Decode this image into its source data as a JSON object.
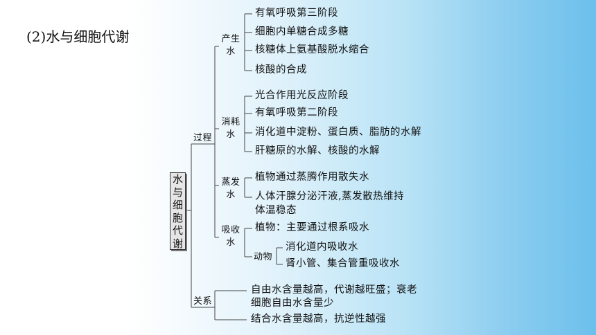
{
  "title": "(2)水与细胞代谢",
  "root": "水与细胞代谢",
  "branches": {
    "process": {
      "label": "过程",
      "produce": {
        "label": [
          "产生",
          "水"
        ],
        "items": [
          "有氧呼吸第三阶段",
          "细胞内单糖合成多糖",
          "核糖体上氨基酸脱水缩合",
          "核酸的合成"
        ]
      },
      "consume": {
        "label": [
          "消耗",
          "水"
        ],
        "items": [
          "光合作用光反应阶段",
          "有氧呼吸第二阶段",
          "消化道中淀粉、蛋白质、脂肪的水解",
          "肝糖原的水解、核酸的水解"
        ]
      },
      "evaporate": {
        "label": [
          "蒸发",
          "水"
        ],
        "items": [
          "植物通过蒸腾作用散失水",
          "人体汗腺分泌汗液,蒸发散热维持",
          "体温稳态"
        ]
      },
      "absorb": {
        "label": [
          "吸收",
          "水"
        ],
        "plant": "植物：主要通过根系吸水",
        "animal": {
          "label": "动物",
          "items": [
            "消化道内吸收水",
            "肾小管、集合管重吸收水"
          ]
        }
      }
    },
    "relation": {
      "label": "关系",
      "items": [
        "自由水含量越高，代谢越旺盛；衰老",
        "细胞自由水含量少",
        "结合水含量越高，抗逆性越强"
      ]
    }
  }
}
